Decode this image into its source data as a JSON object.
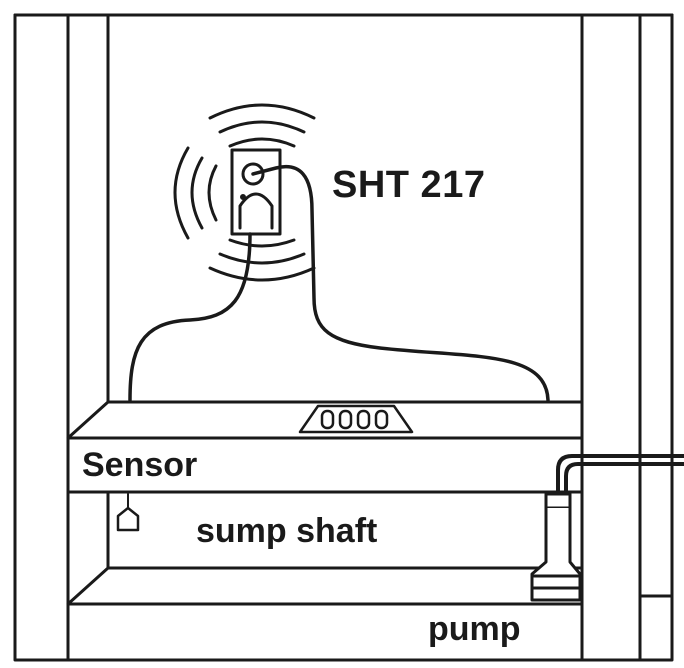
{
  "labels": {
    "device": "SHT 217",
    "sensor": "Sensor",
    "sump_shaft": "sump shaft",
    "pump": "pump"
  },
  "colors": {
    "line": "#1a1a1a",
    "background": "#ffffff"
  },
  "icons": [
    "wall-mounted-alarm-device-icon",
    "float-sensor-icon",
    "submersible-pump-icon",
    "signal-waves-icon"
  ]
}
